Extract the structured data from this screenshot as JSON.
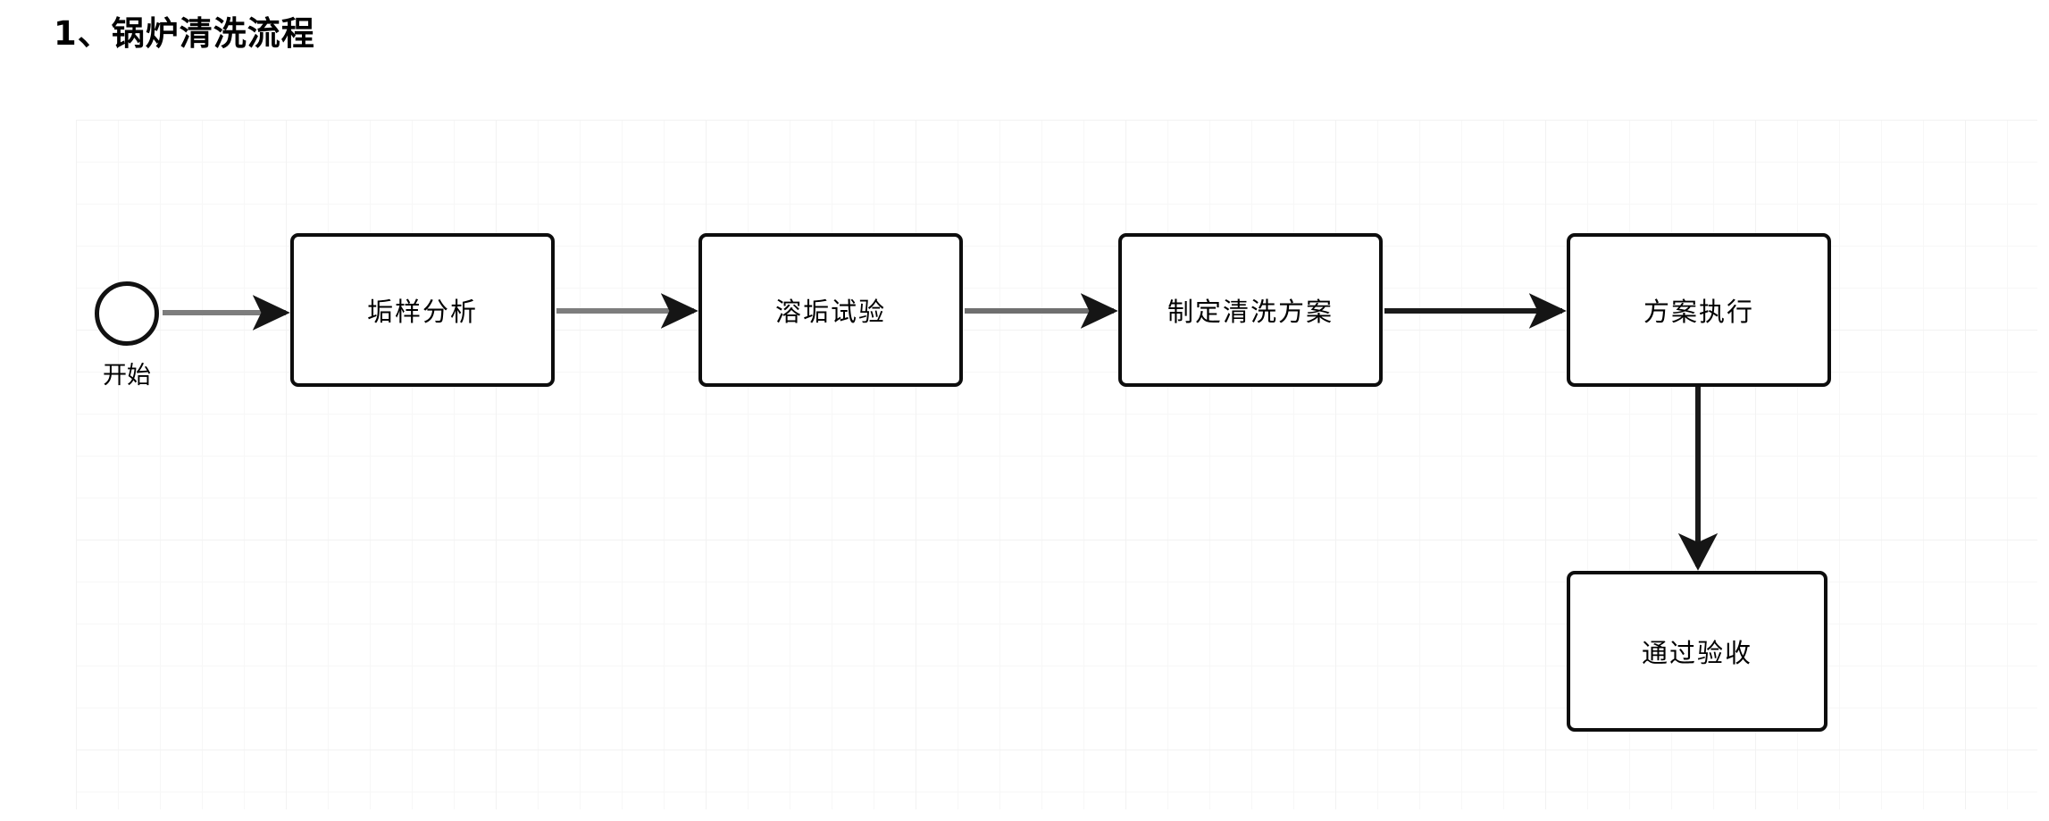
{
  "page": {
    "title": "1、锅炉清洗流程",
    "background_color": "#ffffff"
  },
  "diagram": {
    "name": "boiler-cleaning-process-flowchart",
    "canvas": {
      "grid_visible": true,
      "grid_color": "#f2f2f2",
      "background_color": "#ffffff"
    },
    "style": {
      "node_border_color": "#0d0d0d",
      "node_fill_color": "#ffffff",
      "connector_gray": "#808080",
      "connector_black": "#1a1a1a",
      "text_color": "#000000"
    },
    "nodes": [
      {
        "id": "start",
        "type": "terminator",
        "label": "开始"
      },
      {
        "id": "step-1",
        "type": "process",
        "label": "垢样分析"
      },
      {
        "id": "step-2",
        "type": "process",
        "label": "溶垢试验"
      },
      {
        "id": "step-3",
        "type": "process",
        "label": "制定清洗方案"
      },
      {
        "id": "step-4",
        "type": "process",
        "label": "方案执行"
      },
      {
        "id": "step-5",
        "type": "process",
        "label": "通过验收"
      }
    ],
    "edges": [
      {
        "from": "start",
        "to": "step-1",
        "direction": "right",
        "color": "#808080"
      },
      {
        "from": "step-1",
        "to": "step-2",
        "direction": "right",
        "color": "#808080"
      },
      {
        "from": "step-2",
        "to": "step-3",
        "direction": "right",
        "color": "#808080"
      },
      {
        "from": "step-3",
        "to": "step-4",
        "direction": "right",
        "color": "#1a1a1a"
      },
      {
        "from": "step-4",
        "to": "step-5",
        "direction": "down",
        "color": "#1a1a1a"
      }
    ]
  }
}
